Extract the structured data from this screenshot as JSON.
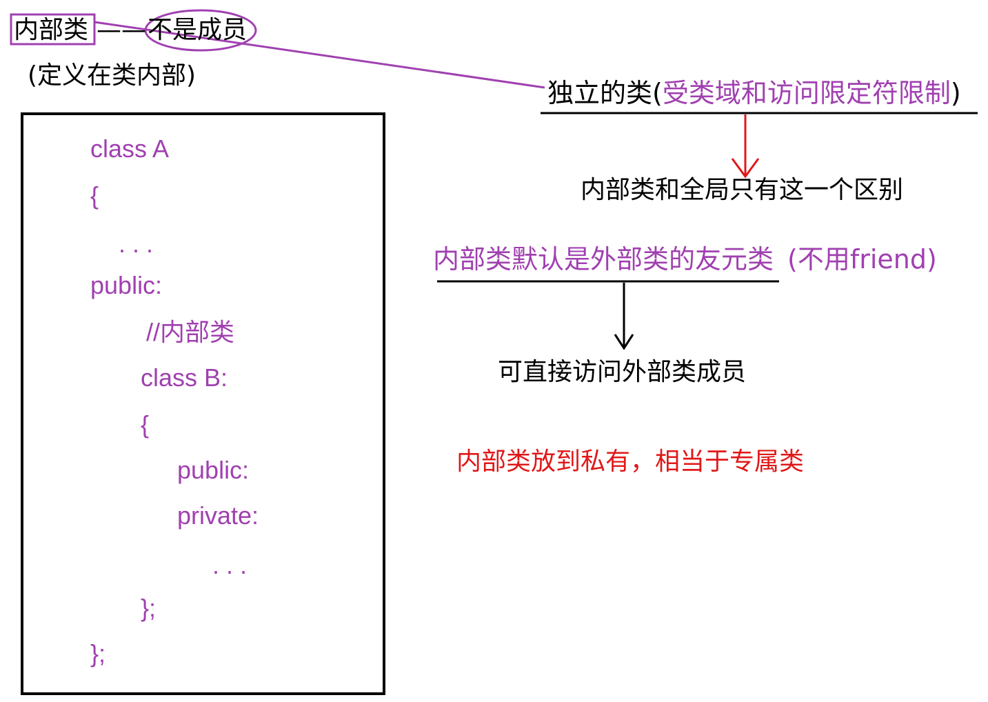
{
  "header": {
    "inner_class": "内部类",
    "dash": "——",
    "not_member": "不是成员",
    "definition_note": "(定义在类内部)"
  },
  "independent": {
    "prefix": "独立的类",
    "paren_open": "(",
    "limit": "受类域和访问限定符限制",
    "paren_close": ")"
  },
  "difference_note": "内部类和全局只有这一个区别",
  "friend": {
    "main": "内部类默认是外部类的友元类",
    "paren": "(不用friend)"
  },
  "access_note": "可直接访问外部类成员",
  "private_note": "内部类放到私有，相当于专属类",
  "code": {
    "line1": "class A",
    "line2": "{",
    "line3": ". . .",
    "line4": "public:",
    "line5": "//内部类",
    "line6": "class B:",
    "line7": "{",
    "line8": "public:",
    "line9": "private:",
    "line10": ".   .   .",
    "line11": "};",
    "line12": "};"
  },
  "colors": {
    "purple": "#a040b0",
    "red": "#e01818",
    "black": "#000000"
  }
}
